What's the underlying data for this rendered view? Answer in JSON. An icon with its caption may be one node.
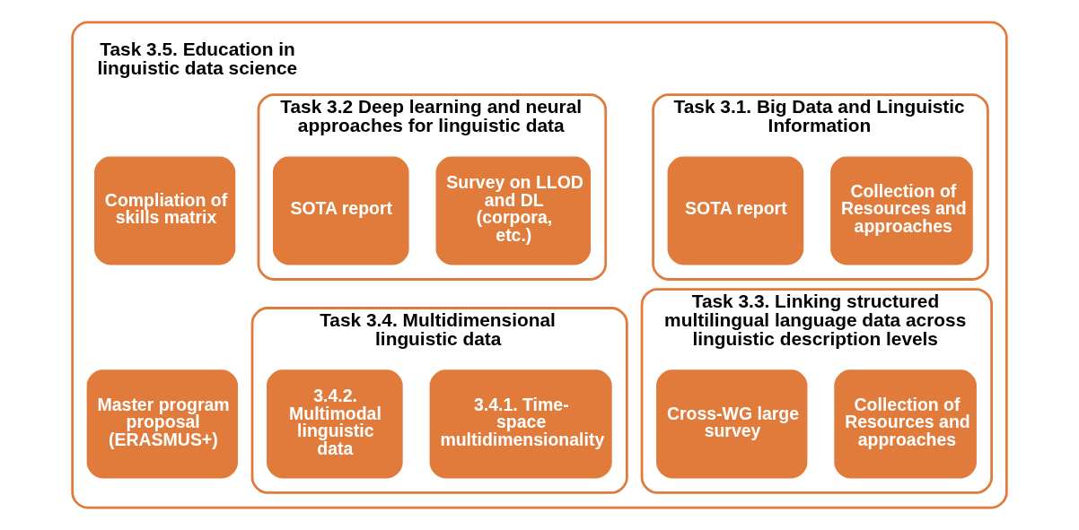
{
  "diagram": {
    "nodes": [
      {
        "text": [],
        "shape": "box"
      },
      {
        "text": [
          "Task 3.1. Big Data and Linguistic Information"
        ],
        "in": 0
      },
      {
        "text": [
          "Collection of Resources and approaches"
        ],
        "in": 1
      },
      {
        "text": [
          "SOTA report"
        ],
        "in": 1
      },
      {
        "text": [
          "Task 3.2 Deep learning and neural approaches for linguistic data"
        ],
        "in": 0
      },
      {
        "text": [
          "Survey on LLOD and DL (corpora, etc.)"
        ],
        "in": 4
      },
      {
        "text": [
          "SOTA report"
        ],
        "in": 4
      },
      {
        "text": [
          "Task 3.3. Linking structured multilingual language data across linguistic description levels"
        ],
        "in": 0
      },
      {
        "text": [
          "Collection of Resources and approaches"
        ],
        "in": 7
      },
      {
        "text": [
          "Cross-WG large survey"
        ],
        "in": 7
      },
      {
        "text": [
          "Task 3.4. Multidimensional linguistic data"
        ],
        "in": 0
      },
      {
        "text": [
          "3.4.1. Time-space multidimensionality"
        ],
        "in": 10
      },
      {
        "text": [
          "3.4.2. Multimodal linguistic data"
        ],
        "in": 10
      },
      {
        "text": [
          "Compliation of skills matrix"
        ],
        "in": 0
      },
      {
        "text": [
          "Master program proposal (ERASMUS+)"
        ],
        "in": 0
      }
    ],
    "labels": [
      "Task 3.5. Education in linguistic data science"
    ]
  }
}
